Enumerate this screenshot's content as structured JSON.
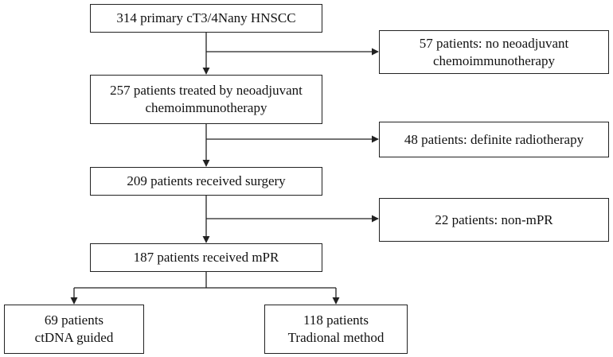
{
  "flow": {
    "start": {
      "line1": "314 primary cT3/4Nany HNSCC"
    },
    "treated": {
      "line1": "257 patients treated by neoadjuvant",
      "line2": "chemoimmunotherapy"
    },
    "surgery": {
      "line1": "209 patients received surgery"
    },
    "mpr": {
      "line1": "187 patients received mPR"
    }
  },
  "exclusions": {
    "no_neoadjuvant": {
      "line1": "57 patients: no neoadjuvant",
      "line2": "chemoimmunotherapy"
    },
    "radiotherapy": {
      "line1": "48 patients: definite radiotherapy"
    },
    "non_mpr": {
      "line1": "22 patients: non-mPR"
    }
  },
  "outcomes": {
    "ctdna": {
      "line1": "69 patients",
      "line2": "ctDNA guided"
    },
    "traditional": {
      "line1": "118 patients",
      "line2": "Tradional method"
    }
  }
}
